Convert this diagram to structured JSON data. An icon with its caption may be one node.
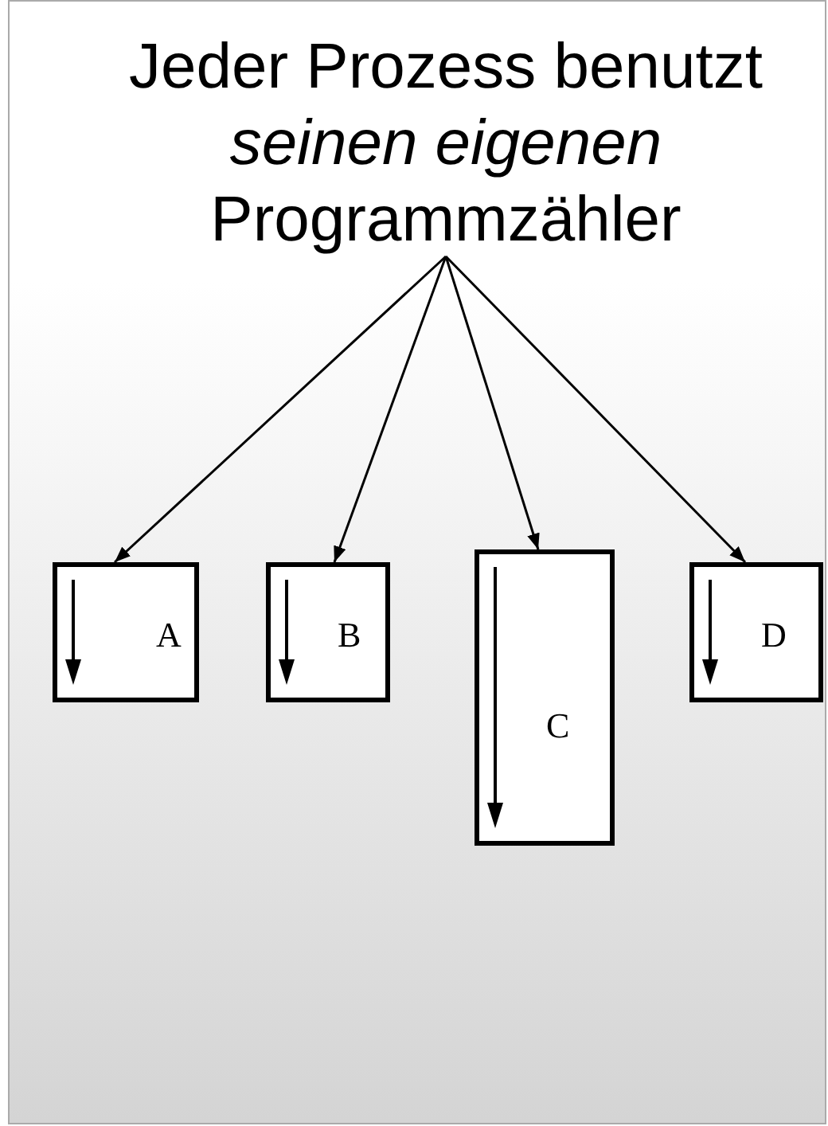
{
  "diagram": {
    "nodes": [
      {
        "text": [
          "Jeder Prozess benutzt *seinen eigenen* Programmzähler"
        ]
      },
      {
        "text": [
          "A"
        ]
      },
      {
        "text": [
          "B"
        ]
      },
      {
        "text": [
          "C"
        ]
      },
      {
        "text": [
          "D"
        ]
      }
    ],
    "edges": [
      {
        "from": 0,
        "to": 1,
        "arrow": "to"
      },
      {
        "from": 0,
        "to": 2,
        "arrow": "to"
      },
      {
        "from": 0,
        "to": 3,
        "arrow": "to"
      },
      {
        "from": 0,
        "to": 4,
        "arrow": "to"
      }
    ]
  }
}
